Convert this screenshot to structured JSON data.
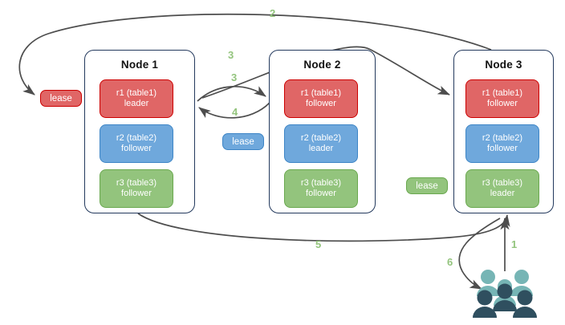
{
  "diagram": {
    "title": "Raft leaseholder / replica routing diagram",
    "colors": {
      "red": "#e06666",
      "red_border": "#cc0000",
      "blue": "#6fa8dc",
      "blue_border": "#3d85c6",
      "green": "#93c47d",
      "green_border": "#6aa84f",
      "node_border": "#23395d",
      "arrow": "#4d4d4d",
      "label": "#93c47d",
      "people_light": "#76b5b5",
      "people_dark": "#2f4f5f"
    }
  },
  "nodes": [
    {
      "id": "node1",
      "title": "Node 1",
      "replicas": [
        {
          "name": "r1 (table1)",
          "role": "leader",
          "color": "red"
        },
        {
          "name": "r2 (table2)",
          "role": "follower",
          "color": "blue"
        },
        {
          "name": "r3 (table3)",
          "role": "follower",
          "color": "green"
        }
      ]
    },
    {
      "id": "node2",
      "title": "Node 2",
      "replicas": [
        {
          "name": "r1 (table1)",
          "role": "follower",
          "color": "red"
        },
        {
          "name": "r2 (table2)",
          "role": "leader",
          "color": "blue"
        },
        {
          "name": "r3 (table3)",
          "role": "follower",
          "color": "green"
        }
      ]
    },
    {
      "id": "node3",
      "title": "Node 3",
      "replicas": [
        {
          "name": "r1 (table1)",
          "role": "follower",
          "color": "red"
        },
        {
          "name": "r2 (table2)",
          "role": "follower",
          "color": "blue"
        },
        {
          "name": "r3 (table3)",
          "role": "leader",
          "color": "green"
        }
      ]
    }
  ],
  "leases": [
    {
      "id": "lease-red",
      "label": "lease",
      "color": "red"
    },
    {
      "id": "lease-blue",
      "label": "lease",
      "color": "blue"
    },
    {
      "id": "lease-green",
      "label": "lease",
      "color": "green"
    }
  ],
  "steps": [
    {
      "id": "step-1",
      "label": "1"
    },
    {
      "id": "step-2",
      "label": "2"
    },
    {
      "id": "step-3a",
      "label": "3"
    },
    {
      "id": "step-3b",
      "label": "3"
    },
    {
      "id": "step-4",
      "label": "4"
    },
    {
      "id": "step-5",
      "label": "5"
    },
    {
      "id": "step-6",
      "label": "6"
    }
  ],
  "actors": {
    "users_icon": "users-group-icon"
  }
}
